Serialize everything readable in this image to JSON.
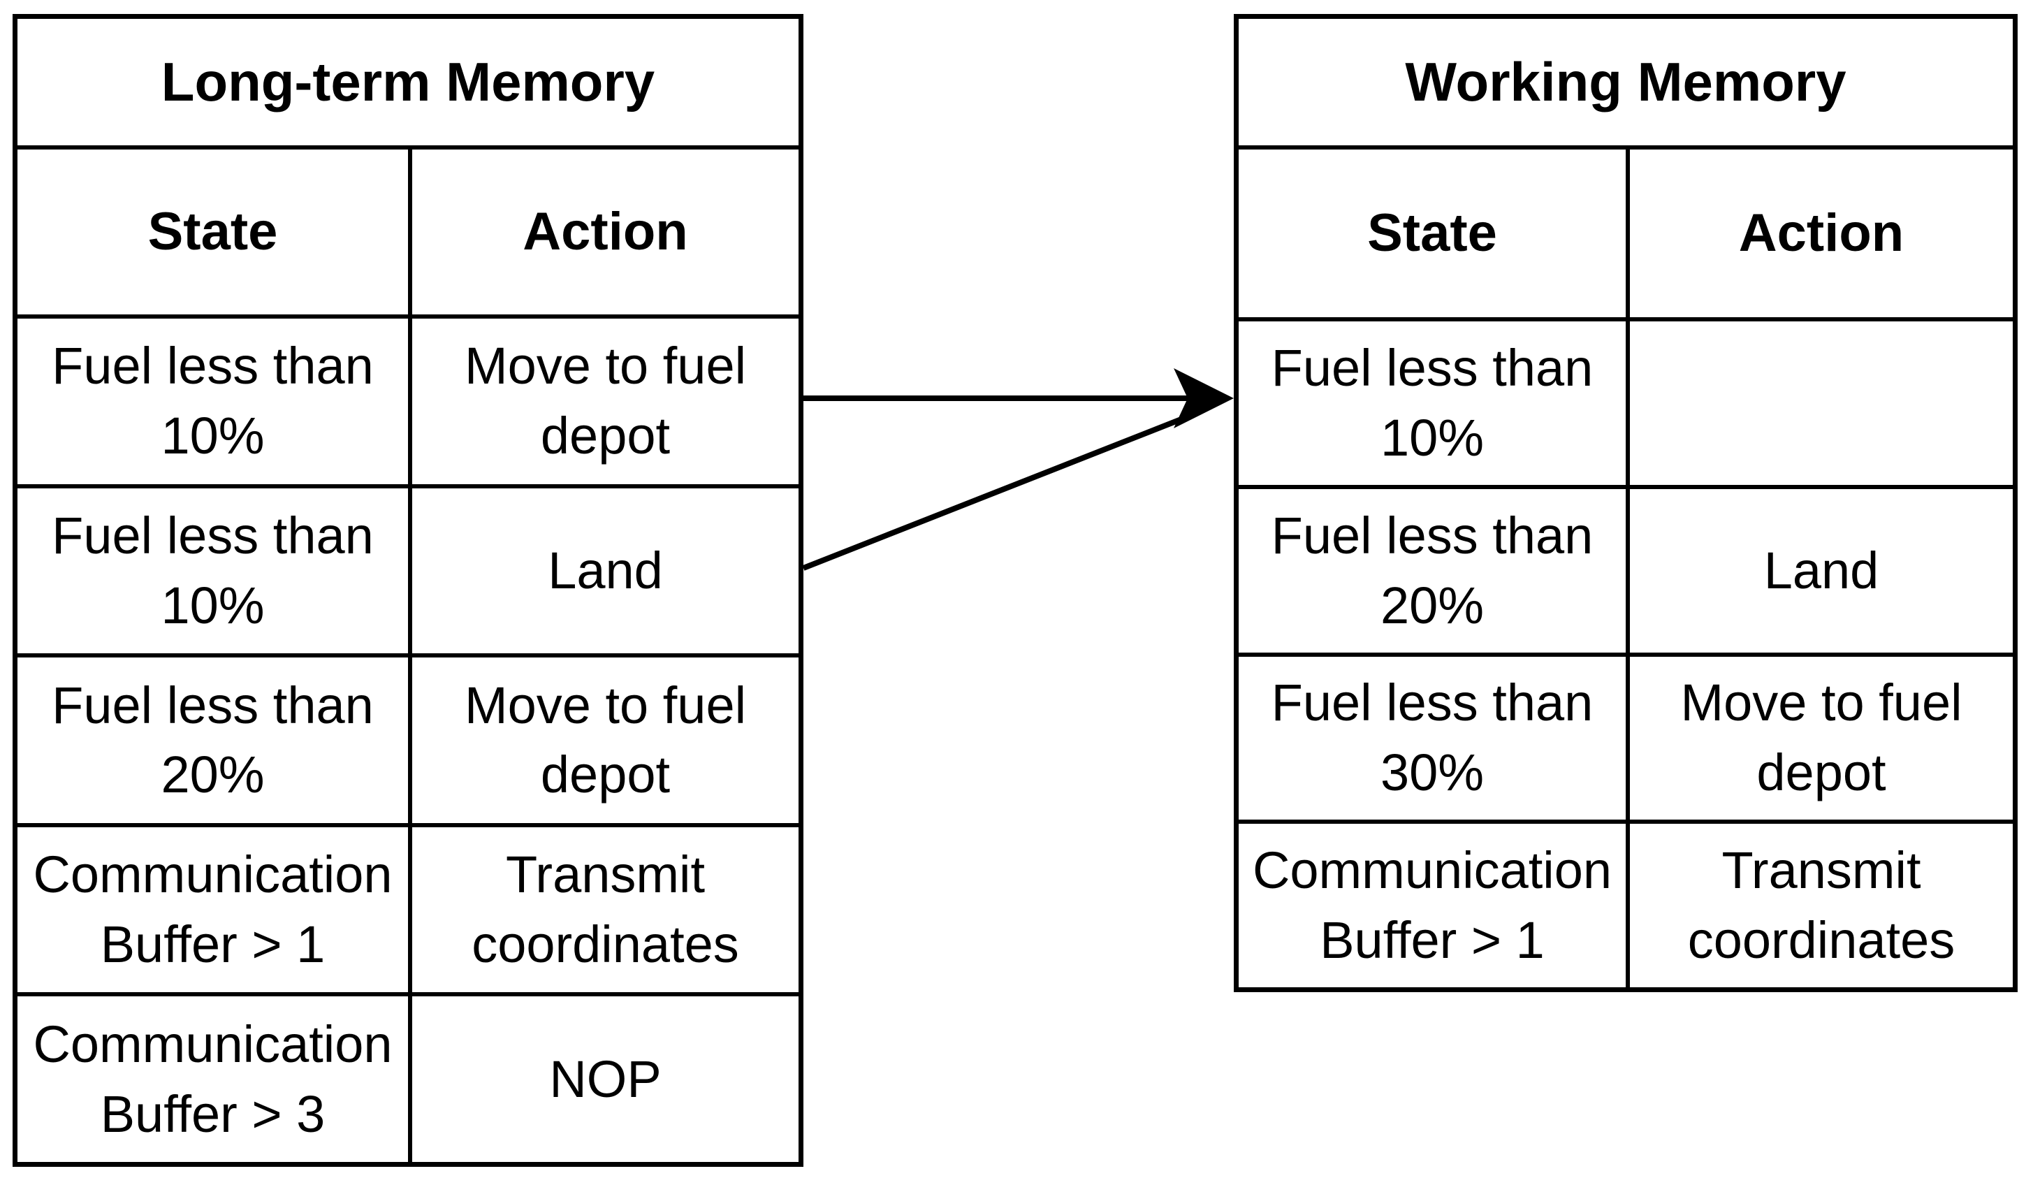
{
  "long_term_memory": {
    "title": "Long-term Memory",
    "columns": [
      "State",
      "Action"
    ],
    "rows": [
      {
        "state": "Fuel less than 10%",
        "action": "Move to fuel depot"
      },
      {
        "state": "Fuel less than 10%",
        "action": "Land"
      },
      {
        "state": "Fuel less than 20%",
        "action": "Move to fuel depot"
      },
      {
        "state": "Communication Buffer > 1",
        "action": "Transmit coordinates"
      },
      {
        "state": "Communication Buffer > 3",
        "action": "NOP"
      }
    ]
  },
  "working_memory": {
    "title": "Working Memory",
    "columns": [
      "State",
      "Action"
    ],
    "rows": [
      {
        "state": "Fuel less than 10%",
        "action": ""
      },
      {
        "state": "Fuel less than 20%",
        "action": "Land"
      },
      {
        "state": "Fuel less than 30%",
        "action": "Move to fuel depot"
      },
      {
        "state": "Communication Buffer > 1",
        "action": "Transmit coordinates"
      }
    ]
  },
  "colors": {
    "line": "#000000",
    "background": "#ffffff",
    "text": "#000000"
  }
}
